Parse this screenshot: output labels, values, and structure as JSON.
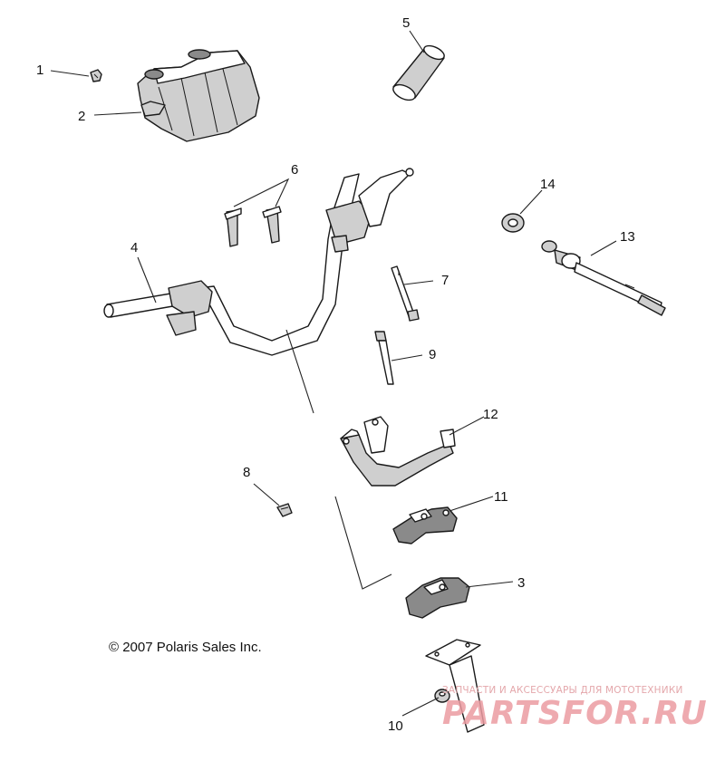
{
  "diagram": {
    "callouts": [
      {
        "id": "1",
        "label": "1"
      },
      {
        "id": "2",
        "label": "2"
      },
      {
        "id": "3",
        "label": "3"
      },
      {
        "id": "4",
        "label": "4"
      },
      {
        "id": "5",
        "label": "5"
      },
      {
        "id": "6",
        "label": "6"
      },
      {
        "id": "7",
        "label": "7"
      },
      {
        "id": "8",
        "label": "8"
      },
      {
        "id": "9",
        "label": "9"
      },
      {
        "id": "10",
        "label": "10"
      },
      {
        "id": "11",
        "label": "11"
      },
      {
        "id": "12",
        "label": "12"
      },
      {
        "id": "13",
        "label": "13"
      },
      {
        "id": "14",
        "label": "14"
      }
    ],
    "copyright": "© 2007  Polaris Sales Inc.",
    "watermark": {
      "tagline": "ЗАПЧАСТИ И АКСЕССУАРЫ ДЛЯ МОТОТЕХНИКИ",
      "brand": "PARTSFOR.RU"
    }
  }
}
